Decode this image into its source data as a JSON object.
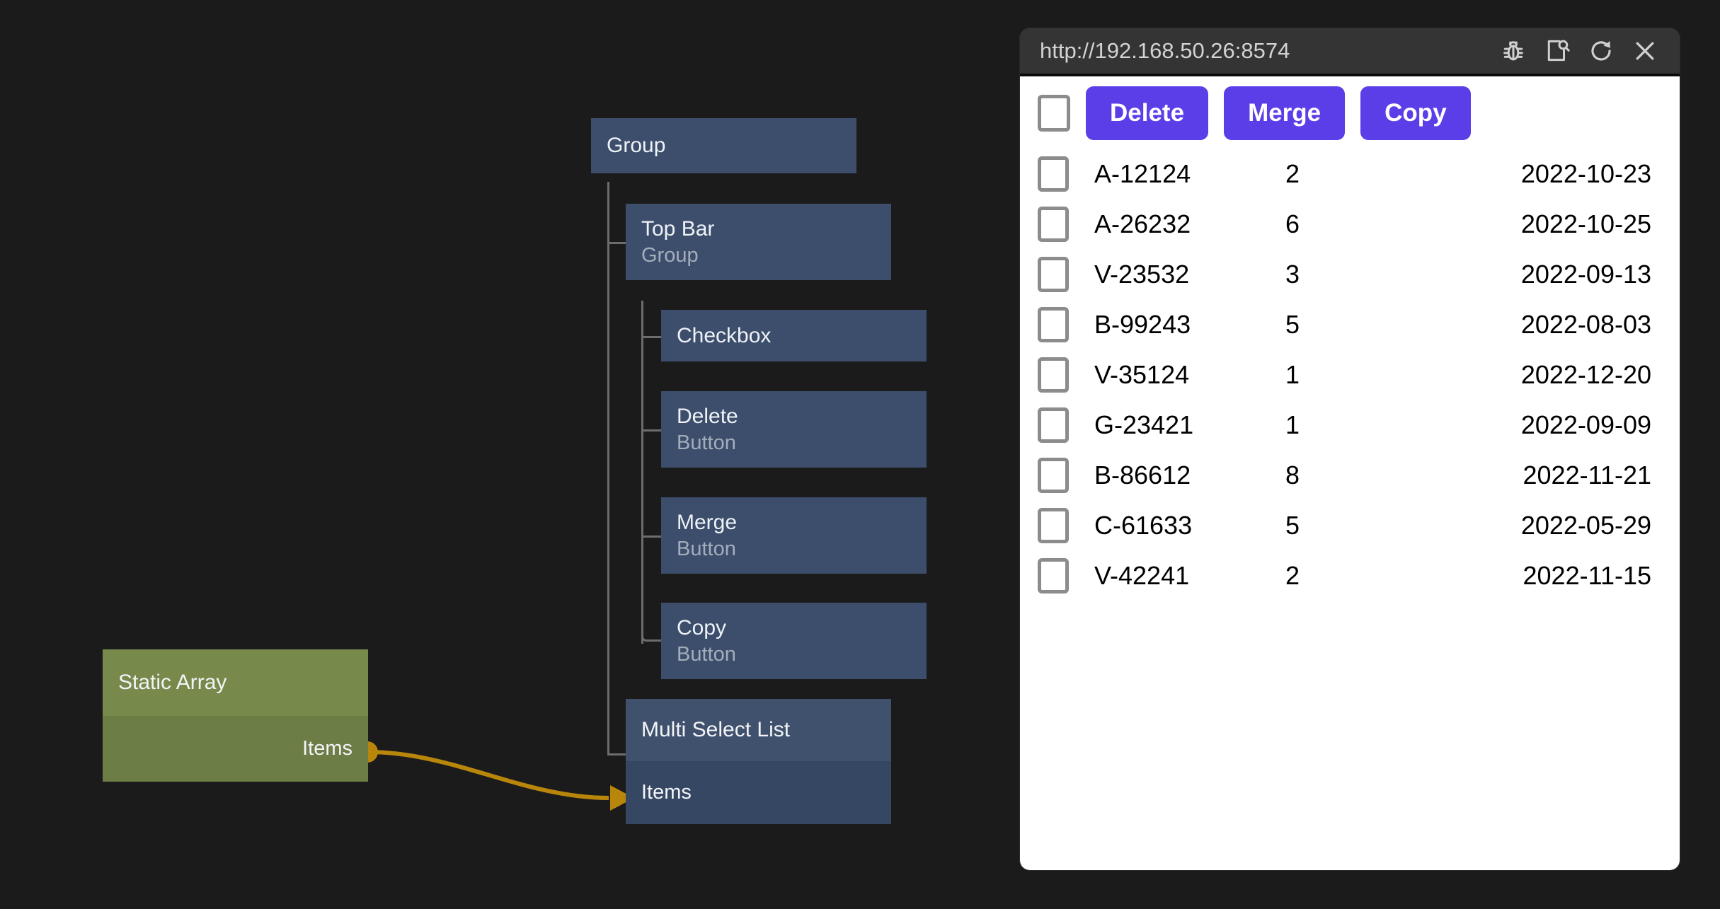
{
  "canvas": {
    "background": "#1b1b1b"
  },
  "tree": {
    "nodes": [
      {
        "title": "Group",
        "subtitle": ""
      },
      {
        "title": "Top Bar",
        "subtitle": "Group"
      },
      {
        "title": "Checkbox",
        "subtitle": ""
      },
      {
        "title": "Delete",
        "subtitle": "Button"
      },
      {
        "title": "Merge",
        "subtitle": "Button"
      },
      {
        "title": "Copy",
        "subtitle": "Button"
      }
    ],
    "node_color": "#3c4e6b",
    "line_color": "#6d6d6d"
  },
  "widgets": {
    "static_array": {
      "title": "Static Array",
      "port_label": "Items",
      "header_color": "#77894b",
      "body_color": "#6d7d46"
    },
    "multi_select_list": {
      "title": "Multi Select List",
      "port_label": "Items",
      "header_color": "#40516e",
      "body_color": "#354763"
    },
    "edge_color": "#b8860b"
  },
  "window": {
    "url": "http://192.168.50.26:8574",
    "icons": [
      {
        "name": "debug-bug-icon",
        "label": "Debug"
      },
      {
        "name": "inspect-page-icon",
        "label": "Inspect"
      },
      {
        "name": "reload-icon",
        "label": "Reload"
      },
      {
        "name": "close-icon",
        "label": "Close"
      }
    ],
    "titlebar_color": "#343434"
  },
  "page": {
    "accent_color": "#5b3ee8",
    "toolbar": {
      "select_all_label": "",
      "buttons": [
        {
          "label": "Delete"
        },
        {
          "label": "Merge"
        },
        {
          "label": "Copy"
        }
      ]
    },
    "table": {
      "rows": [
        {
          "code": "A-12124",
          "qty": "2",
          "date": "2022-10-23"
        },
        {
          "code": "A-26232",
          "qty": "6",
          "date": "2022-10-25"
        },
        {
          "code": "V-23532",
          "qty": "3",
          "date": "2022-09-13"
        },
        {
          "code": "B-99243",
          "qty": "5",
          "date": "2022-08-03"
        },
        {
          "code": "V-35124",
          "qty": "1",
          "date": "2022-12-20"
        },
        {
          "code": "G-23421",
          "qty": "1",
          "date": "2022-09-09"
        },
        {
          "code": "B-86612",
          "qty": "8",
          "date": "2022-11-21"
        },
        {
          "code": "C-61633",
          "qty": "5",
          "date": "2022-05-29"
        },
        {
          "code": "V-42241",
          "qty": "2",
          "date": "2022-11-15"
        }
      ]
    }
  }
}
